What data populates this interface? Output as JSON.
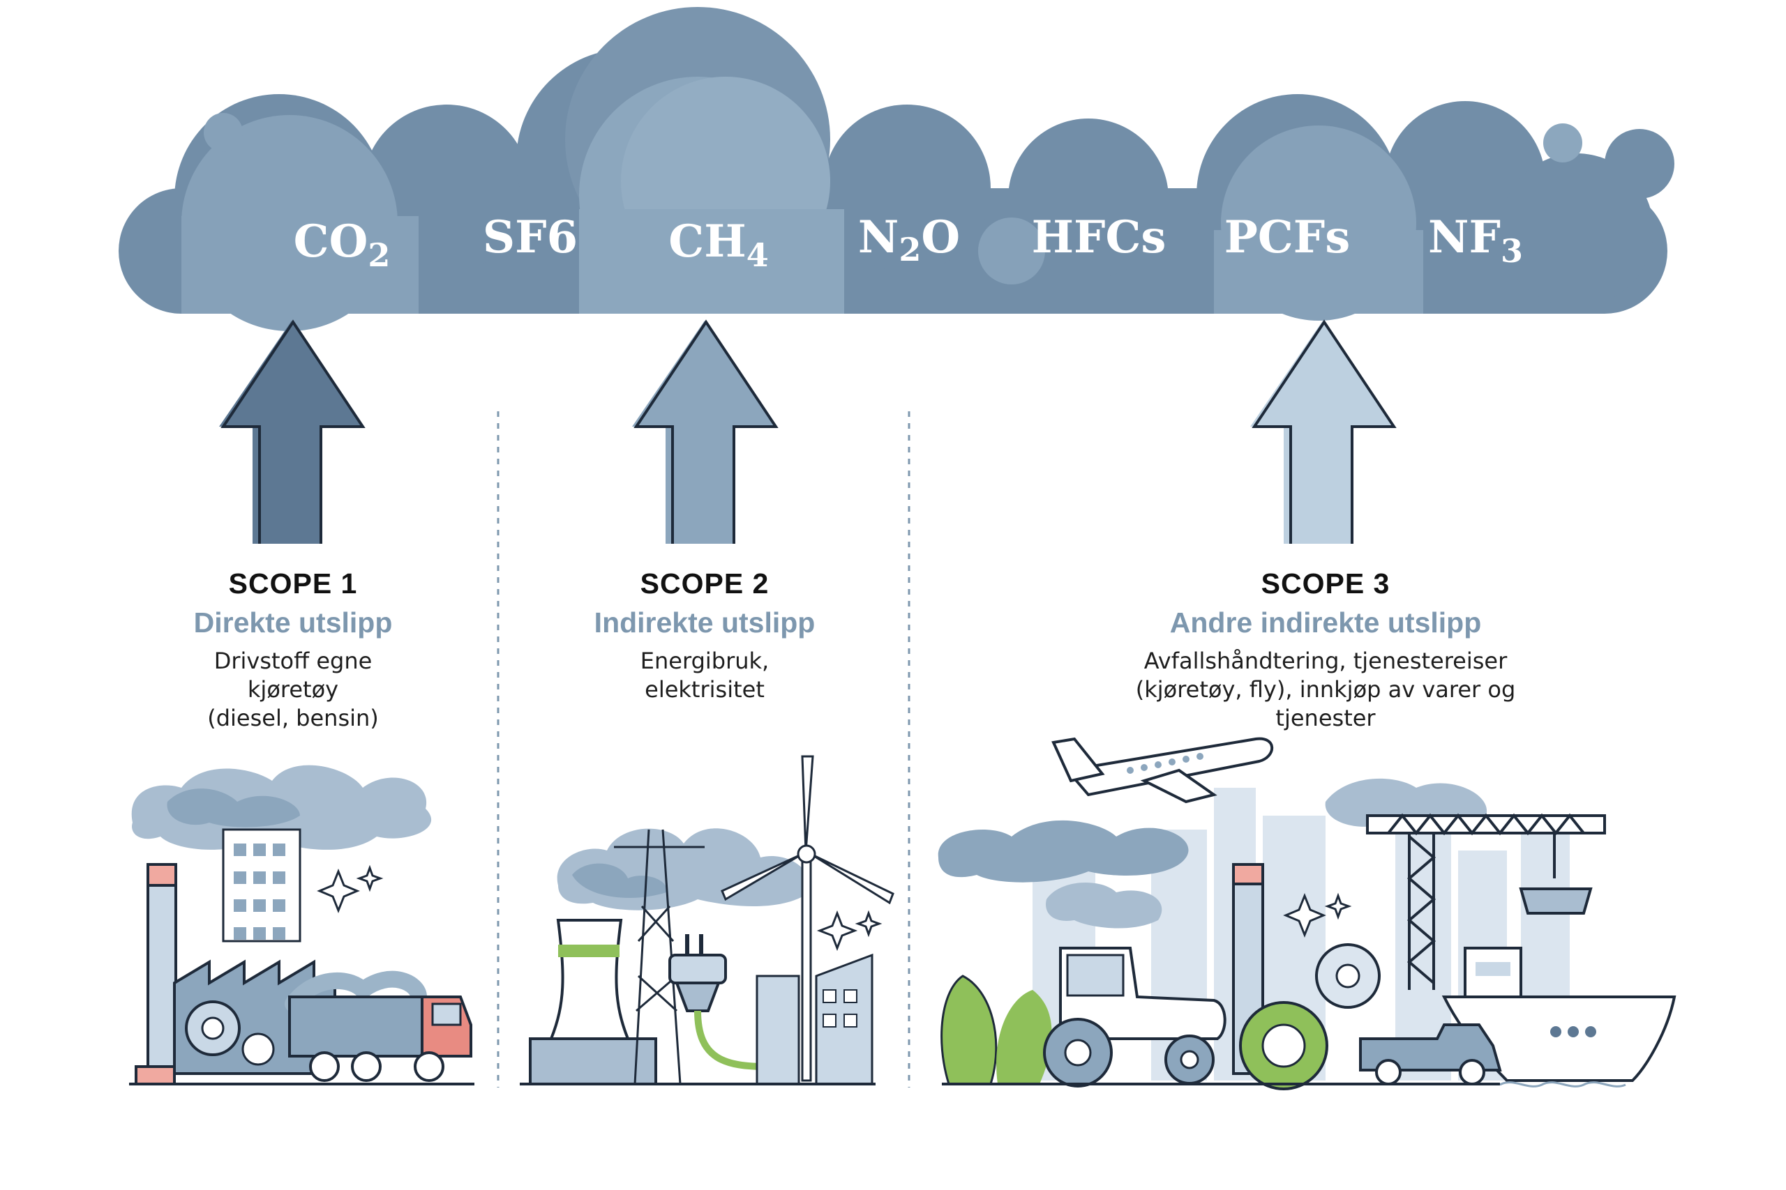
{
  "gases": [
    {
      "base": "CO",
      "sub": "2"
    },
    {
      "base": "SF",
      "sub": "6"
    },
    {
      "base": "CH",
      "sub": "4"
    },
    {
      "base": "N",
      "sub": "2",
      "tail": "O"
    },
    {
      "base": "HFCs",
      "sub": ""
    },
    {
      "base": "PCFs",
      "sub": ""
    },
    {
      "base": "NF",
      "sub": "3"
    }
  ],
  "scopes": [
    {
      "title": "SCOPE 1",
      "subtitle": "Direkte utslipp",
      "desc_lines": [
        "Drivstoff egne",
        "kjøretøy",
        "(diesel, bensin)"
      ]
    },
    {
      "title": "SCOPE 2",
      "subtitle": "Indirekte utslipp",
      "desc_lines": [
        "Energibruk,",
        "elektrisitet"
      ]
    },
    {
      "title": "SCOPE 3",
      "subtitle": "Andre indirekte utslipp",
      "desc_lines": [
        "Avfallshåndtering, tjenestereiser",
        "(kjøretøy, fly), innkjøp av varer og",
        "tjenester"
      ]
    }
  ],
  "colors": {
    "cloud_dark": "#728ea8",
    "cloud_mid": "#86a1b9",
    "cloud_light": "#9cb4c8",
    "arrow_1": "#5d7893",
    "arrow_2": "#8ca6bd",
    "arrow_3": "#bdd0e0",
    "subtitle": "#7d97ae",
    "outline": "#1e2a3a"
  },
  "icons": [
    "factory-icon",
    "truck-icon",
    "power-plant-icon",
    "plug-icon",
    "wind-turbine-icon",
    "airplane-icon",
    "crane-icon",
    "tractor-icon",
    "pickup-truck-icon",
    "ship-icon",
    "gear-icon",
    "sparkle-icon"
  ]
}
